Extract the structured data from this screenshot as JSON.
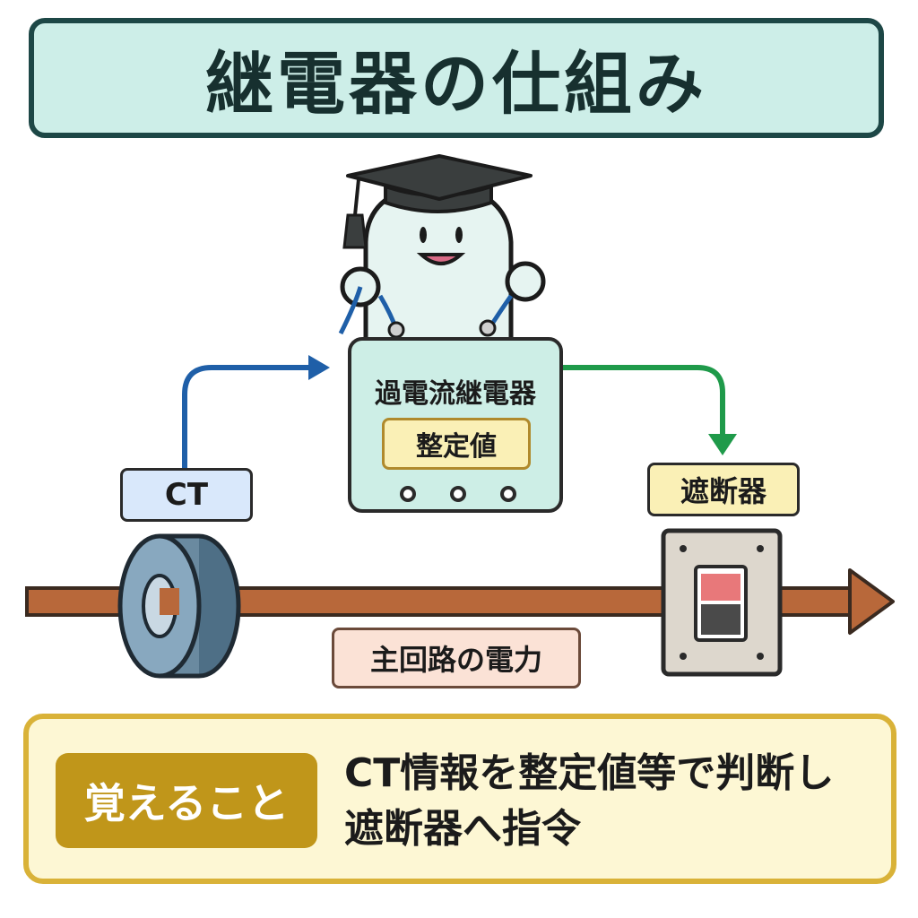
{
  "title": "継電器の仕組み",
  "ct": {
    "label": "CT"
  },
  "relay": {
    "title": "過電流継電器",
    "setting": "整定値"
  },
  "breaker": {
    "label": "遮断器"
  },
  "main_circuit": {
    "label": "主回路の電力"
  },
  "memo": {
    "tag": "覚えること",
    "line1": "CT情報を整定値等で判断し",
    "line2": "遮断器へ指令"
  },
  "colors": {
    "title_bg": "#cdeee8",
    "title_border": "#1d4746",
    "ct_arrow": "#1f5fa8",
    "breaker_arrow": "#1f9a4a",
    "main_line": "#b8683a",
    "memo_tag": "#c0961a"
  },
  "icons": [
    "graduation-cap-icon",
    "mascot-character-icon",
    "ct-coil-icon",
    "breaker-switch-icon"
  ]
}
